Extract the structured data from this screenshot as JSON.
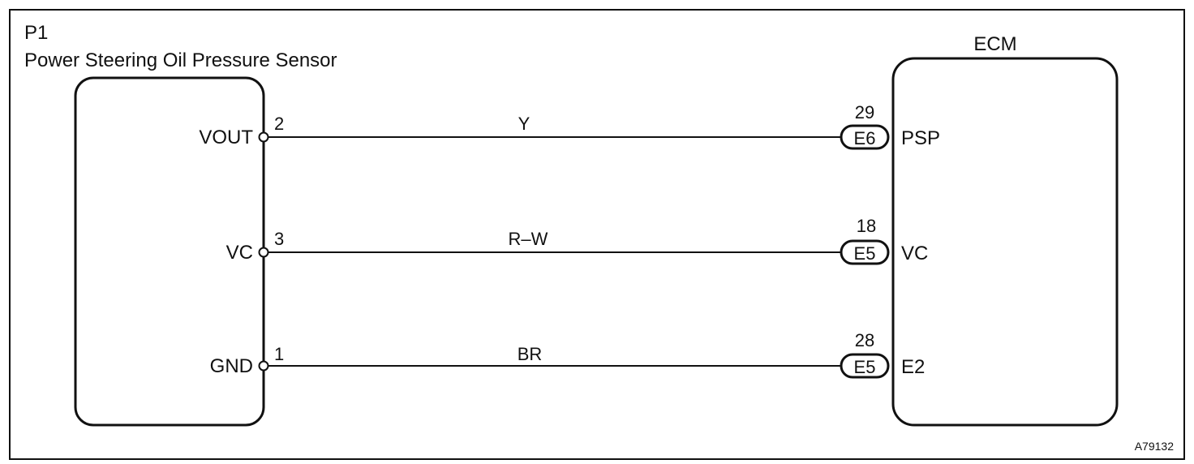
{
  "sensor": {
    "code": "P1",
    "name": "Power Steering Oil Pressure Sensor"
  },
  "ecm": {
    "name": "ECM"
  },
  "circuits": [
    {
      "sensor_terminal": "VOUT",
      "sensor_pin": "2",
      "wire_color": "Y",
      "ecm_pin": "29",
      "ecm_connector": "E6",
      "ecm_terminal": "PSP"
    },
    {
      "sensor_terminal": "VC",
      "sensor_pin": "3",
      "wire_color": "R–W",
      "ecm_pin": "18",
      "ecm_connector": "E5",
      "ecm_terminal": "VC"
    },
    {
      "sensor_terminal": "GND",
      "sensor_pin": "1",
      "wire_color": "BR",
      "ecm_pin": "28",
      "ecm_connector": "E5",
      "ecm_terminal": "E2"
    }
  ],
  "figure_id": "A79132",
  "colors": {
    "line": "#111111",
    "background": "#ffffff"
  }
}
